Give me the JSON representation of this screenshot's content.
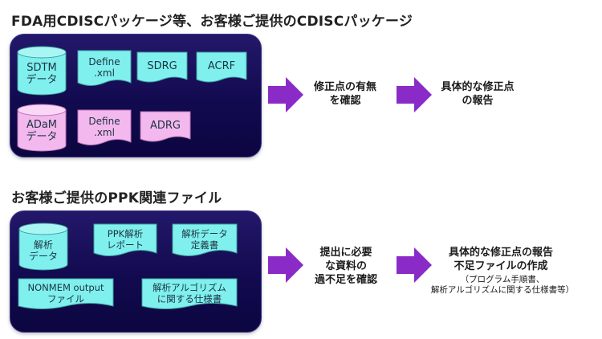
{
  "section1": {
    "title": "FDA用CDISCパッケージ等、お客様ご提供のCDISCパッケージ",
    "sdtm": {
      "line1": "SDTM",
      "line2": "データ"
    },
    "define1": {
      "line1": "Define",
      "line2": ".xml"
    },
    "sdrg": "SDRG",
    "acrf": "ACRF",
    "adam": {
      "line1": "ADaM",
      "line2": "データ"
    },
    "define2": {
      "line1": "Define",
      "line2": ".xml"
    },
    "adrg": "ADRG",
    "step1": {
      "line1": "修正点の有無",
      "line2": "を確認"
    },
    "step2": {
      "line1": "具体的な修正点",
      "line2": "の報告"
    }
  },
  "section2": {
    "title": "お客様ご提供のPPK関連ファイル",
    "analysis_data": {
      "line1": "解析",
      "line2": "データ"
    },
    "ppk_report": {
      "line1": "PPK解析",
      "line2": "レポート"
    },
    "data_def": {
      "line1": "解析データ",
      "line2": "定義書"
    },
    "nonmem": {
      "line1": "NONMEM output",
      "line2": "ファイル"
    },
    "algo_spec": {
      "line1": "解析アルゴリズム",
      "line2": "に関する仕様書"
    },
    "step1": {
      "line1": "提出に必要",
      "line2": "な資料の",
      "line3": "過不足を確認"
    },
    "step2": {
      "line1": "具体的な修正点の報告",
      "line2": "不足ファイルの作成",
      "sub1": "（プログラム手順書、",
      "sub2": "解析アルゴリズムに関する仕様書等）"
    }
  },
  "colors": {
    "panel": "#16105a",
    "cyan_doc": "#7ff0ee",
    "pink_doc": "#f7c4f3",
    "arrow": "#8a2bc8"
  }
}
